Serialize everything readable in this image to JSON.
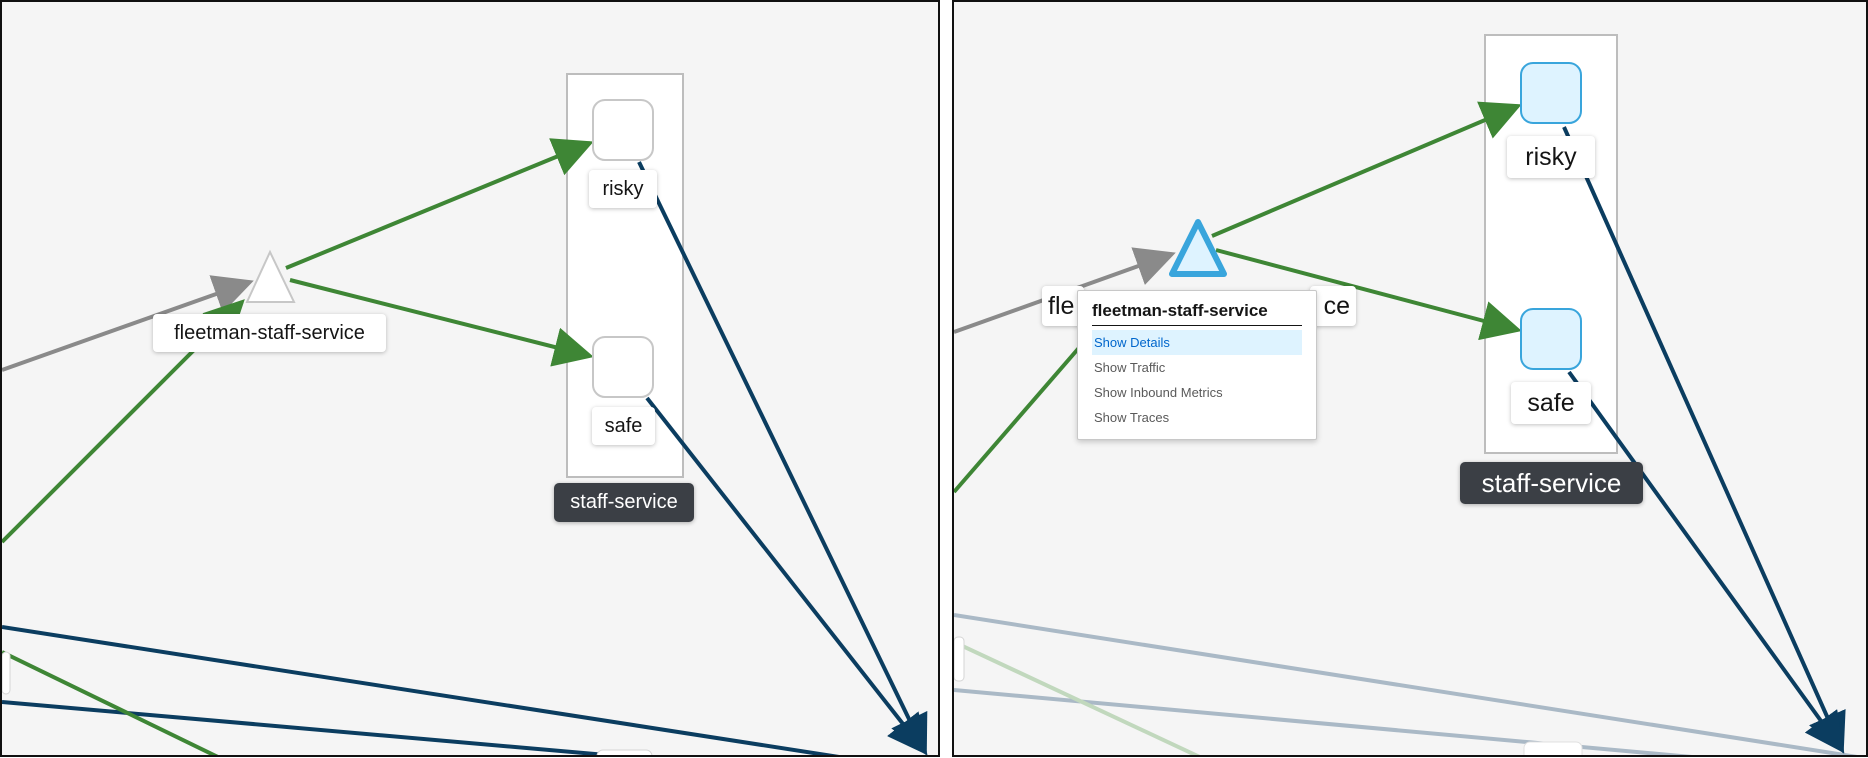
{
  "left_panel": {
    "service_node_label": "fleetman-staff-service",
    "version_nodes": [
      {
        "label": "risky"
      },
      {
        "label": "safe"
      }
    ],
    "group_label": "staff-service"
  },
  "right_panel": {
    "service_node_label_visible": "fle",
    "service_node_label_tail": "ce",
    "version_nodes": [
      {
        "label": "risky"
      },
      {
        "label": "safe"
      }
    ],
    "group_label": "staff-service",
    "context_menu": {
      "title": "fleetman-staff-service",
      "items": [
        {
          "label": "Show Details",
          "active": true
        },
        {
          "label": "Show Traffic",
          "active": false
        },
        {
          "label": "Show Inbound Metrics",
          "active": false
        },
        {
          "label": "Show Traces",
          "active": false
        }
      ]
    }
  },
  "colors": {
    "edge_green": "#3e8635",
    "edge_blue": "#0b3d60",
    "edge_gray": "#8a8a8a",
    "selected_node": "#39a5dc",
    "selected_fill": "#def3ff"
  }
}
